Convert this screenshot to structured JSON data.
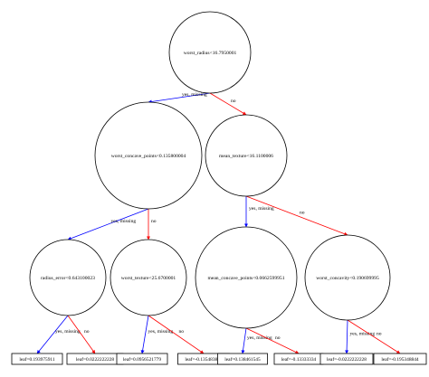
{
  "colors": {
    "yes_edge": "#0000ff",
    "no_edge": "#ff0000",
    "node_stroke": "#000000"
  },
  "tree": {
    "nodes": [
      {
        "id": "n0",
        "kind": "split",
        "label": "worst_radius<16.7950001"
      },
      {
        "id": "n1",
        "kind": "split",
        "label": "worst_concave_points<0.135800004"
      },
      {
        "id": "n2",
        "kind": "split",
        "label": "mean_texture<16.1100006"
      },
      {
        "id": "n3",
        "kind": "split",
        "label": "radius_error<0.643100023"
      },
      {
        "id": "n4",
        "kind": "split",
        "label": "worst_texture<25.6700001"
      },
      {
        "id": "n5",
        "kind": "split",
        "label": "mean_concave_points<0.0662599951"
      },
      {
        "id": "n6",
        "kind": "split",
        "label": "worst_concavity<0.190699995"
      },
      {
        "id": "l0",
        "kind": "leaf",
        "label": "leaf=0.193975911"
      },
      {
        "id": "l1",
        "kind": "leaf",
        "label": "leaf=0.0222222228"
      },
      {
        "id": "l2",
        "kind": "leaf",
        "label": "leaf=0.0956521779"
      },
      {
        "id": "l3",
        "kind": "leaf",
        "label": "leaf=-0.135483876"
      },
      {
        "id": "l4",
        "kind": "leaf",
        "label": "leaf=0.138461545"
      },
      {
        "id": "l5",
        "kind": "leaf",
        "label": "leaf=-0.13333334"
      },
      {
        "id": "l6",
        "kind": "leaf",
        "label": "leaf=-0.0222222228"
      },
      {
        "id": "l7",
        "kind": "leaf",
        "label": "leaf=-0.195348844"
      }
    ],
    "edges": [
      {
        "from": "n0",
        "to": "n1",
        "branch": "yes",
        "label": "yes, missing"
      },
      {
        "from": "n0",
        "to": "n2",
        "branch": "no",
        "label": "no"
      },
      {
        "from": "n1",
        "to": "n3",
        "branch": "yes",
        "label": "yes, missing"
      },
      {
        "from": "n1",
        "to": "n4",
        "branch": "no",
        "label": "no"
      },
      {
        "from": "n2",
        "to": "n5",
        "branch": "yes",
        "label": "yes, missing"
      },
      {
        "from": "n2",
        "to": "n6",
        "branch": "no",
        "label": "no"
      },
      {
        "from": "n3",
        "to": "l0",
        "branch": "yes",
        "label": "yes, missing"
      },
      {
        "from": "n3",
        "to": "l1",
        "branch": "no",
        "label": "no"
      },
      {
        "from": "n4",
        "to": "l2",
        "branch": "yes",
        "label": "yes, missing"
      },
      {
        "from": "n4",
        "to": "l3",
        "branch": "no",
        "label": "no"
      },
      {
        "from": "n5",
        "to": "l4",
        "branch": "yes",
        "label": "yes, missing"
      },
      {
        "from": "n5",
        "to": "l5",
        "branch": "no",
        "label": "no"
      },
      {
        "from": "n6",
        "to": "l6",
        "branch": "yes",
        "label": "yes, missing"
      },
      {
        "from": "n6",
        "to": "l7",
        "branch": "no",
        "label": "no"
      }
    ]
  }
}
